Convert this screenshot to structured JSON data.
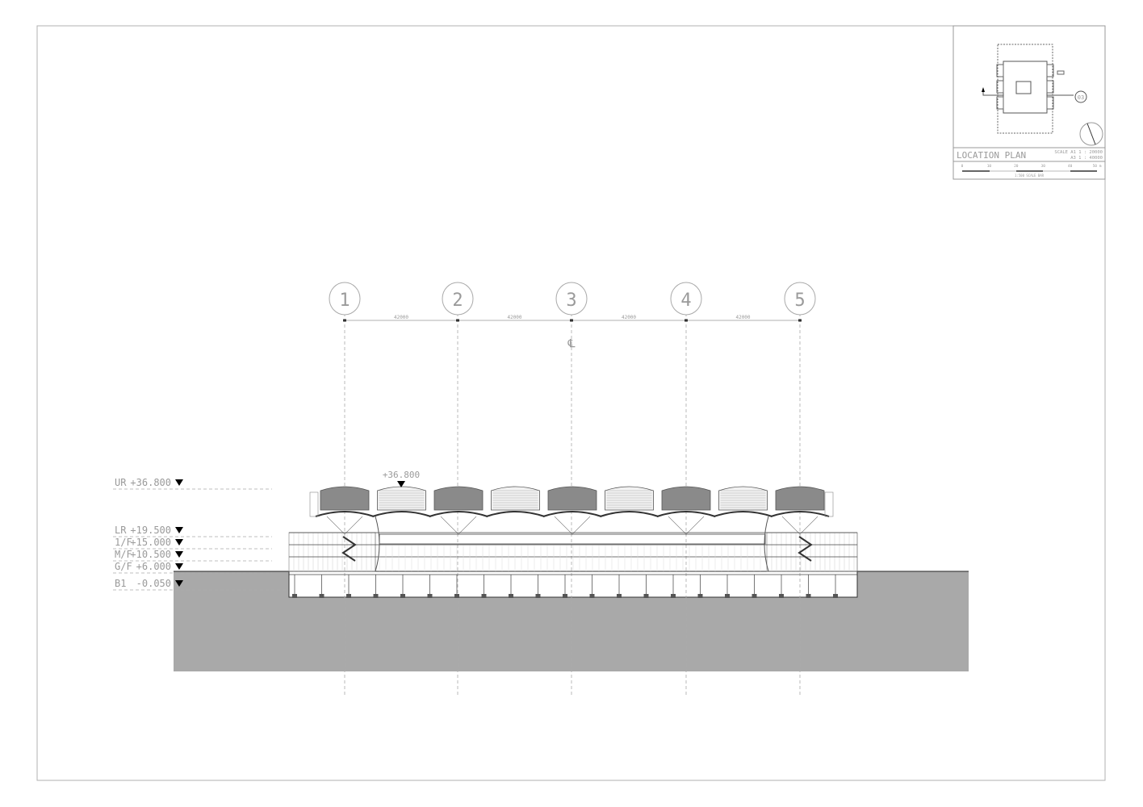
{
  "drawing": {
    "grid_labels": [
      "1",
      "2",
      "3",
      "4",
      "5"
    ],
    "grid_spacing_labels": [
      "42000",
      "42000",
      "42000",
      "42000"
    ],
    "centerline_symbol": "℄",
    "roof_elevation_tag": "+36.800",
    "levels": [
      {
        "name": "UR",
        "value": "+36.800"
      },
      {
        "name": "LR",
        "value": "+19.500"
      },
      {
        "name": "1/F",
        "value": "+15.000"
      },
      {
        "name": "M/F",
        "value": "+10.500"
      },
      {
        "name": "G/F",
        "value": "+6.000"
      },
      {
        "name": "B1",
        "value": "-0.050"
      }
    ]
  },
  "location_plan": {
    "title": "LOCATION PLAN",
    "scale_a1": "SCALE A1 1 : 20000",
    "scale_a3": "A3 1 : 40000",
    "section_marker": "03",
    "scale_bar_ticks": [
      "0",
      "10",
      "20",
      "30",
      "40",
      "50 m"
    ],
    "scale_bar_caption": "1:500 SCALE BAR"
  },
  "colors": {
    "ground": "#a9a9a9",
    "roof_dark": "#8a8a8a",
    "frame": "#b0b0b0"
  }
}
